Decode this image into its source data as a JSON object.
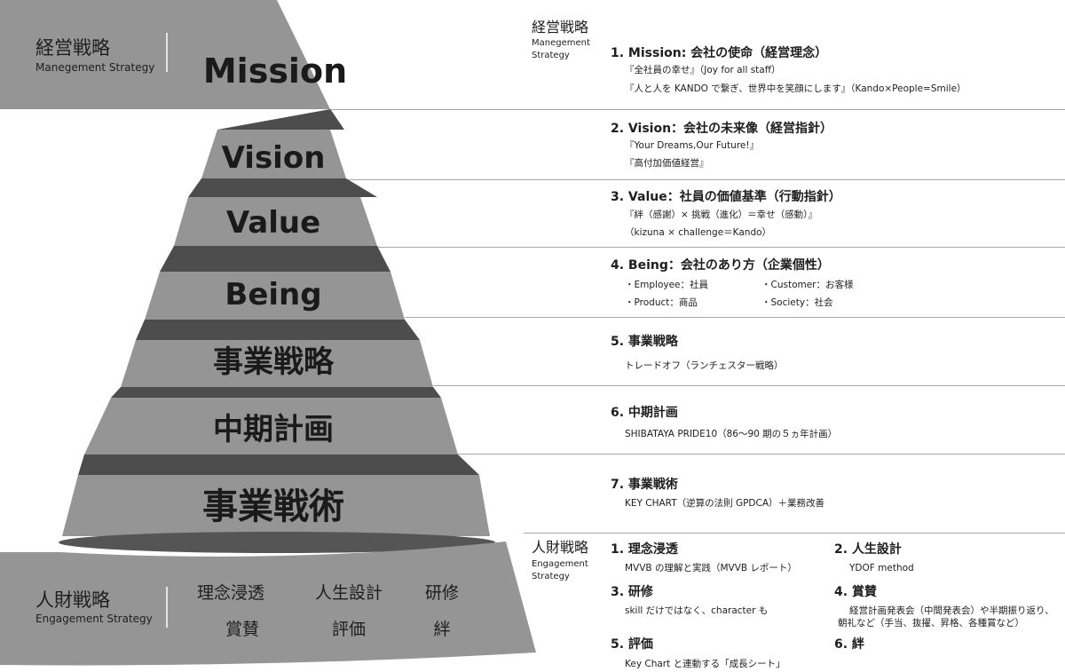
{
  "colors": {
    "layer": "#959595",
    "connector": "#4d4d4d",
    "ellipse": "#555555",
    "label": "#1a1a1a",
    "rule": "#a8a8a8"
  },
  "pyramid": {
    "top_block": {
      "title_jp": "経営戦略",
      "title_en": "Manegement Strategy",
      "label": "Mission"
    },
    "layers": [
      "Vision",
      "Value",
      "Being",
      "事業戦略",
      "中期計画",
      "事業戦術"
    ],
    "bottom_block": {
      "title_jp": "人財戦略",
      "title_en": "Engagement Strategy",
      "cells": [
        "理念浸透",
        "人生設計",
        "研修",
        "賞賛",
        "評価",
        "絆"
      ]
    }
  },
  "management": {
    "header_jp": "経営戦略",
    "header_en_1": "Manegement",
    "header_en_2": "Strategy",
    "items": [
      {
        "title": "1. Mission: 会社の使命（経営理念）",
        "lines": [
          "『全社員の幸せ』（Joy for all staff）",
          "『人と人を KANDO で繋ぎ、世界中を笑顔にします』（Kando×People=Smile）"
        ]
      },
      {
        "title": "2. Vision：会社の未来像（経営指針）",
        "lines": [
          "『Your Dreams,Our Future!』",
          "『高付加価値経営』"
        ]
      },
      {
        "title": "3. Value：社員の価値基準（行動指針）",
        "lines": [
          "『絆（感謝）× 挑戦（進化）＝幸せ（感動）』",
          "（kizuna × challenge＝Kando）"
        ]
      },
      {
        "title": "4. Being：会社のあり方（企業個性）",
        "bullets": [
          "・Employee：社員",
          "・Customer：お客様",
          "・Product：商品",
          "・Society：社会"
        ]
      },
      {
        "title": "5. 事業戦略",
        "lines": [
          "トレードオフ（ランチェスター戦略）"
        ]
      },
      {
        "title": "6. 中期計画",
        "lines": [
          "SHIBATAYA PRIDE10（86～90 期の５ヵ年計画）"
        ]
      },
      {
        "title": "7. 事業戦術",
        "lines": [
          "KEY CHART（逆算の法則 GPDCA）＋業務改善"
        ]
      }
    ]
  },
  "engagement": {
    "header_jp": "人財戦略",
    "header_en_1": "Engagement",
    "header_en_2": "Strategy",
    "items": [
      {
        "title": "1. 理念浸透",
        "lines": [
          "MVVB の理解と実践（MVVB レポート）"
        ]
      },
      {
        "title": "2. 人生設計",
        "lines": [
          "YDOF method"
        ]
      },
      {
        "title": "3. 研修",
        "lines": [
          "skill だけではなく、character も"
        ]
      },
      {
        "title": "4. 賞賛",
        "lines": [
          "経営計画発表会（中間発表会）や半期振り返り、",
          "朝礼など（手当、抜擢、昇格、各種賞など）"
        ]
      },
      {
        "title": "5. 評価",
        "lines": [
          "Key Chart と連動する「成長シート」"
        ]
      },
      {
        "title": "6. 絆",
        "lines": []
      }
    ]
  }
}
